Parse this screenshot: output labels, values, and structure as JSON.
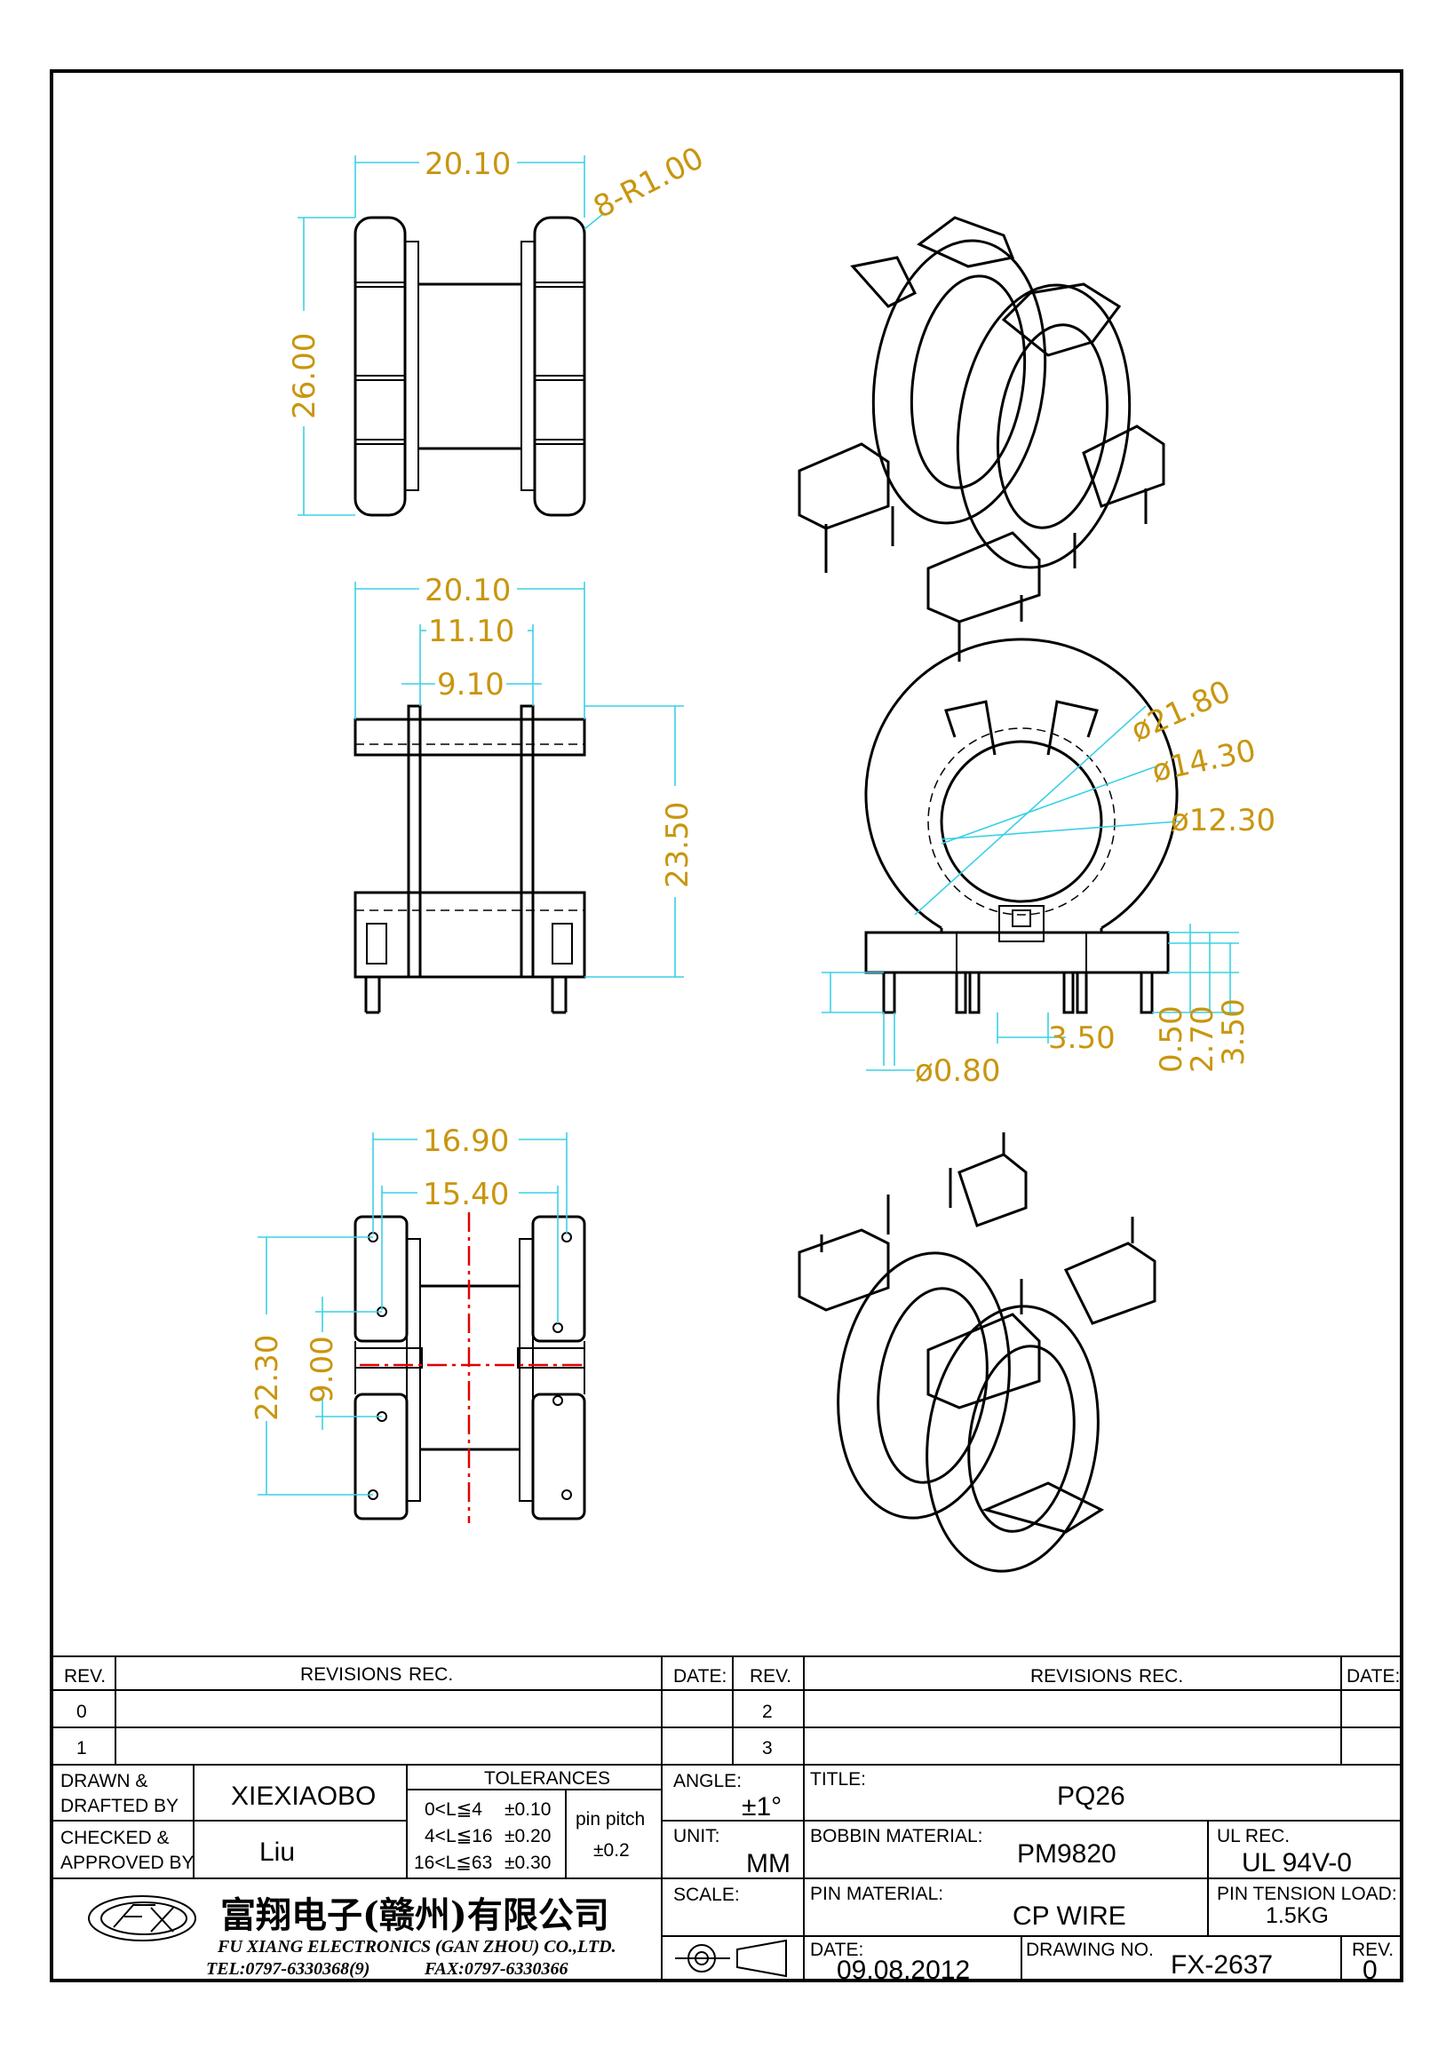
{
  "dimensions": {
    "top_width": "20.10",
    "fillet": "8-R1.00",
    "top_height": "26.00",
    "side_width": "20.10",
    "side_inner": "11.10",
    "side_core": "9.10",
    "side_height": "23.50",
    "bot_width": "16.90",
    "bot_pin_span": "15.40",
    "bot_height": "22.30",
    "bot_pin_pitch": "9.00",
    "dia_outer": "ø21.80",
    "dia_mid": "ø14.30",
    "dia_inner": "ø12.30",
    "pin_pitch_front": "3.50",
    "pin_dia": "ø0.80",
    "v1": "0.50",
    "v2": "2.70",
    "v3": "3.50"
  },
  "title_block": {
    "rev_header": "REV.",
    "revisions_header": "REVISIONS",
    "rec_header": "REC.",
    "date_header": "DATE:",
    "rev_rows_left": [
      "0",
      "1"
    ],
    "rev_rows_right": [
      "2",
      "3"
    ],
    "drawn_label_1": "DRAWN &",
    "drawn_label_2": "DRAFTED BY",
    "drawn_value": "XIEXIAOBO",
    "checked_label_1": "CHECKED &",
    "checked_label_2": "APPROVED BY",
    "checked_value": "Liu",
    "tolerances_label": "TOLERANCES",
    "tol_rows": [
      {
        "range": "0<L≦4",
        "value": "±0.10"
      },
      {
        "range": "4<L≦16",
        "value": "±0.20"
      },
      {
        "range": "16<L≦63",
        "value": "±0.30"
      }
    ],
    "pin_pitch_label": "pin pitch",
    "pin_pitch_value": "±0.2",
    "angle_label": "ANGLE:",
    "angle_value": "±1°",
    "unit_label": "UNIT:",
    "unit_value": "MM",
    "scale_label": "SCALE:",
    "title_label": "TITLE:",
    "title_value": "PQ26",
    "bobbin_label": "BOBBIN MATERIAL:",
    "bobbin_value": "PM9820",
    "ul_label": "UL REC.",
    "ul_value": "UL 94V-0",
    "pin_material_label": "PIN MATERIAL:",
    "pin_material_value": "CP WIRE",
    "pin_tension_label": "PIN TENSION LOAD:",
    "pin_tension_value": "1.5KG",
    "date_label": "DATE:",
    "date_value": "09.08.2012",
    "drawing_no_label": "DRAWING NO.",
    "drawing_no_value": "FX-2637",
    "rev_label": "REV.",
    "rev_value": "0",
    "company_cn": "富翔电子(赣州)有限公司",
    "company_en": "FU XIANG ELECTRONICS (GAN ZHOU) CO.,LTD.",
    "tel": "TEL:0797-6330368(9)",
    "fax": "FAX:0797-6330366"
  },
  "colors": {
    "dimension": "#c8960f",
    "dimension_line": "#3ad0e6",
    "center_line": "#e00000"
  }
}
